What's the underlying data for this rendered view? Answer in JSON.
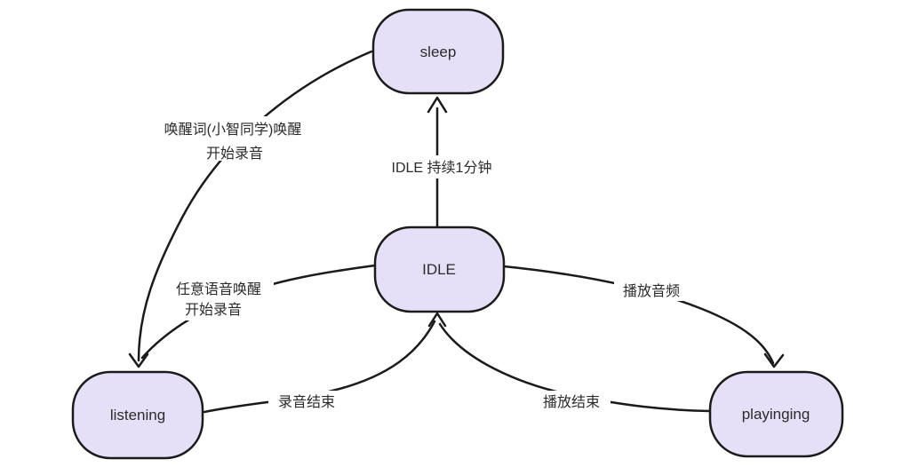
{
  "diagram": {
    "type": "state-diagram",
    "colors": {
      "background": "#ffffff",
      "node_fill": "#e6dff8",
      "node_stroke": "#1b1b1b",
      "edge_stroke": "#1b1b1b",
      "text": "#2b2b2b"
    },
    "nodes": [
      {
        "id": "sleep",
        "label": "sleep"
      },
      {
        "id": "IDLE",
        "label": "IDLE"
      },
      {
        "id": "listening",
        "label": "listening"
      },
      {
        "id": "playinging",
        "label": "playinging"
      }
    ],
    "edges": [
      {
        "from": "IDLE",
        "to": "sleep",
        "label": "IDLE 持续1分钟"
      },
      {
        "from": "sleep",
        "to": "listening",
        "label": "唤醒词(小智同学)唤醒 开始录音",
        "label_lines": [
          "唤醒词(小智同学)唤醒",
          "开始录音"
        ]
      },
      {
        "from": "IDLE",
        "to": "listening",
        "label": "任意语音唤醒 开始录音",
        "label_lines": [
          "任意语音唤醒",
          "开始录音"
        ]
      },
      {
        "from": "listening",
        "to": "IDLE",
        "label": "录音结束"
      },
      {
        "from": "IDLE",
        "to": "playinging",
        "label": "播放音频"
      },
      {
        "from": "playinging",
        "to": "IDLE",
        "label": "播放结束"
      }
    ]
  }
}
